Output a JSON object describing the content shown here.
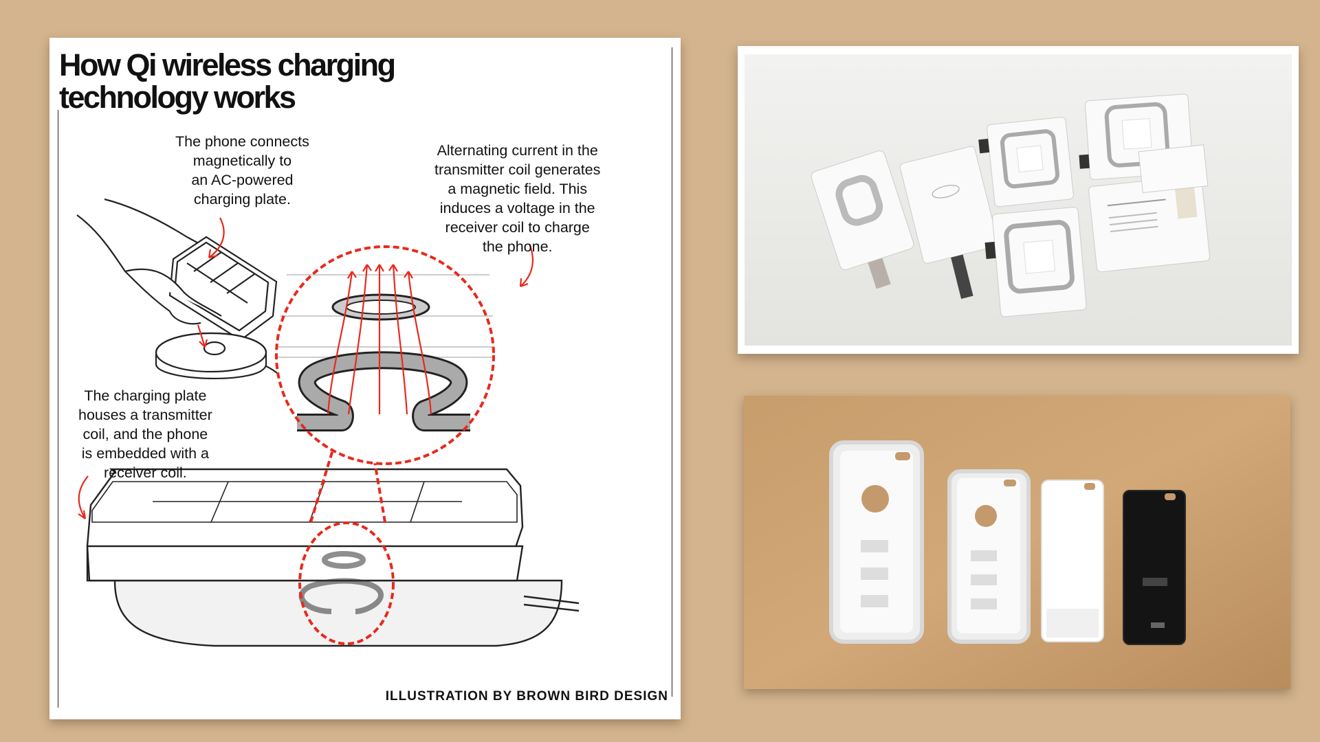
{
  "diagram": {
    "title_line1": "How Qi wireless charging",
    "title_line2": "technology works",
    "caption_phone": [
      "The phone connects",
      "magnetically to",
      "an AC-powered",
      "charging plate."
    ],
    "caption_current": [
      "Alternating current in the",
      "transmitter coil generates",
      "a magnetic field. This",
      "induces a voltage in the",
      "receiver coil to charge",
      "the phone."
    ],
    "caption_plate": [
      "The charging plate",
      "houses a transmitter",
      "coil, and the phone",
      "is embedded with a",
      "receiver coil."
    ],
    "credit": "ILLUSTRATION BY BROWN BIRD DESIGN",
    "accent_color": "#e8291c"
  },
  "photos": {
    "receivers_alt": "Wireless charging receiver pads",
    "cases_alt": "Wireless charging phone cases"
  }
}
